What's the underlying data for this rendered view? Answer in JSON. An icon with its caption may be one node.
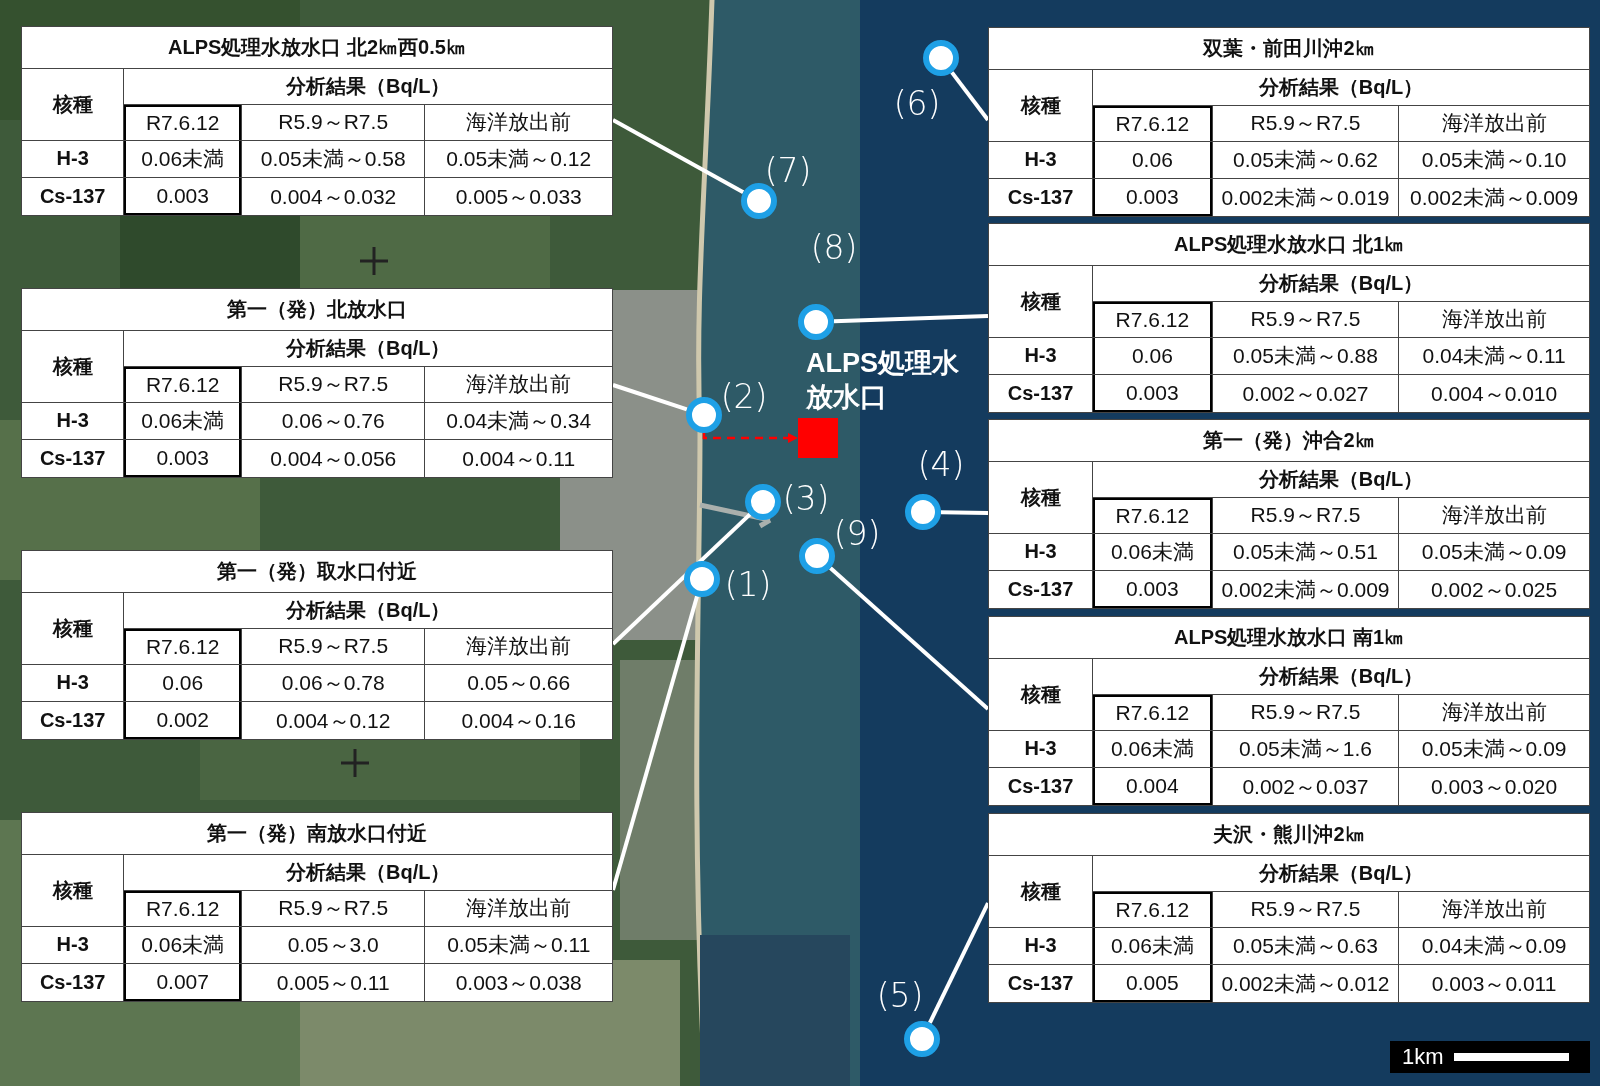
{
  "diagram": {
    "nodes": [
      {
        "text": [
          "ALPS処理水放水口 北2㎞西0.5㎞",
          "核種",
          "分析結果（Bq/L）",
          "R7.6.12",
          "R5.9～R7.5",
          "海洋放出前",
          "H-3",
          "0.06未満",
          "0.05未満～0.58",
          "0.05未満～0.12",
          "Cs-137",
          "0.003",
          "0.004～0.032",
          "0.005～0.033"
        ]
      },
      {
        "text": [
          "第一（発）北放水口",
          "核種",
          "分析結果（Bq/L）",
          "R7.6.12",
          "R5.9～R7.5",
          "海洋放出前",
          "H-3",
          "0.06未満",
          "0.06～0.76",
          "0.04未満～0.34",
          "Cs-137",
          "0.003",
          "0.004～0.056",
          "0.004～0.11"
        ]
      },
      {
        "text": [
          "第一（発）取水口付近",
          "核種",
          "分析結果（Bq/L）",
          "R7.6.12",
          "R5.9～R7.5",
          "海洋放出前",
          "H-3",
          "0.06",
          "0.06～0.78",
          "0.05～0.66",
          "Cs-137",
          "0.002",
          "0.004～0.12",
          "0.004～0.16"
        ]
      },
      {
        "text": [
          "第一（発）南放水口付近",
          "核種",
          "分析結果（Bq/L）",
          "R7.6.12",
          "R5.9～R7.5",
          "海洋放出前",
          "H-3",
          "0.06未満",
          "0.05～3.0",
          "0.05未満～0.11",
          "Cs-137",
          "0.007",
          "0.005～0.11",
          "0.003～0.038"
        ]
      },
      {
        "text": [
          "双葉・前田川沖2㎞",
          "核種",
          "分析結果（Bq/L）",
          "R7.6.12",
          "R5.9～R7.5",
          "海洋放出前",
          "H-3",
          "0.06",
          "0.05未満～0.62",
          "0.05未満～0.10",
          "Cs-137",
          "0.003",
          "0.002未満～0.019",
          "0.002未満～0.009"
        ]
      },
      {
        "text": [
          "ALPS処理水放水口 北1㎞",
          "核種",
          "分析結果（Bq/L）",
          "R7.6.12",
          "R5.9～R7.5",
          "海洋放出前",
          "H-3",
          "0.06",
          "0.05未満～0.88",
          "0.04未満～0.11",
          "Cs-137",
          "0.003",
          "0.002～0.027",
          "0.004～0.010"
        ]
      },
      {
        "text": [
          "第一（発）沖合2㎞",
          "核種",
          "分析結果（Bq/L）",
          "R7.6.12",
          "R5.9～R7.5",
          "海洋放出前",
          "H-3",
          "0.06未満",
          "0.05未満～0.51",
          "0.05未満～0.09",
          "Cs-137",
          "0.003",
          "0.002未満～0.009",
          "0.002～0.025"
        ]
      },
      {
        "text": [
          "ALPS処理水放水口 南1㎞",
          "核種",
          "分析結果（Bq/L）",
          "R7.6.12",
          "R5.9～R7.5",
          "海洋放出前",
          "H-3",
          "0.06未満",
          "0.05未満～1.6",
          "0.05未満～0.09",
          "Cs-137",
          "0.004",
          "0.002～0.037",
          "0.003～0.020"
        ]
      },
      {
        "text": [
          "夫沢・熊川沖2㎞",
          "核種",
          "分析結果（Bq/L）",
          "R7.6.12",
          "R5.9～R7.5",
          "海洋放出前",
          "H-3",
          "0.06未満",
          "0.05未満～0.63",
          "0.04未満～0.09",
          "Cs-137",
          "0.005",
          "0.002未満～0.012",
          "0.003～0.011"
        ]
      },
      {
        "text": [],
        "shape": "circle",
        "beside": [
          "(1)"
        ]
      },
      {
        "text": [],
        "shape": "circle",
        "beside": [
          "(2)"
        ]
      },
      {
        "text": [],
        "shape": "circle",
        "beside": [
          "(3)"
        ]
      },
      {
        "text": [],
        "shape": "circle",
        "beside": [
          "(4)"
        ]
      },
      {
        "text": [],
        "shape": "circle",
        "beside": [
          "(5)"
        ]
      },
      {
        "text": [],
        "shape": "circle",
        "beside": [
          "(6)"
        ]
      },
      {
        "text": [],
        "shape": "circle",
        "beside": [
          "(7)"
        ]
      },
      {
        "text": [],
        "shape": "circle",
        "beside": [
          "(8)"
        ]
      },
      {
        "text": [],
        "shape": "circle",
        "beside": [
          "(9)"
        ]
      },
      {
        "text": [],
        "shape": "box",
        "beside": [
          "ALPS処理水放水口"
        ]
      }
    ],
    "edges": [
      {
        "from": 0,
        "to": 15,
        "arrow": "none"
      },
      {
        "from": 1,
        "to": 10,
        "arrow": "none"
      },
      {
        "from": 2,
        "to": 11,
        "arrow": "none"
      },
      {
        "from": 3,
        "to": 9,
        "arrow": "none"
      },
      {
        "from": 4,
        "to": 14,
        "arrow": "none"
      },
      {
        "from": 5,
        "to": 16,
        "arrow": "none"
      },
      {
        "from": 6,
        "to": 12,
        "arrow": "none"
      },
      {
        "from": 7,
        "to": 17,
        "arrow": "none"
      },
      {
        "from": 8,
        "to": 13,
        "arrow": "none"
      },
      {
        "from": 10,
        "to": 18,
        "arrow": "to",
        "style": "dashed",
        "color": "#ff0000"
      }
    ],
    "labels": [
      "1km"
    ]
  }
}
